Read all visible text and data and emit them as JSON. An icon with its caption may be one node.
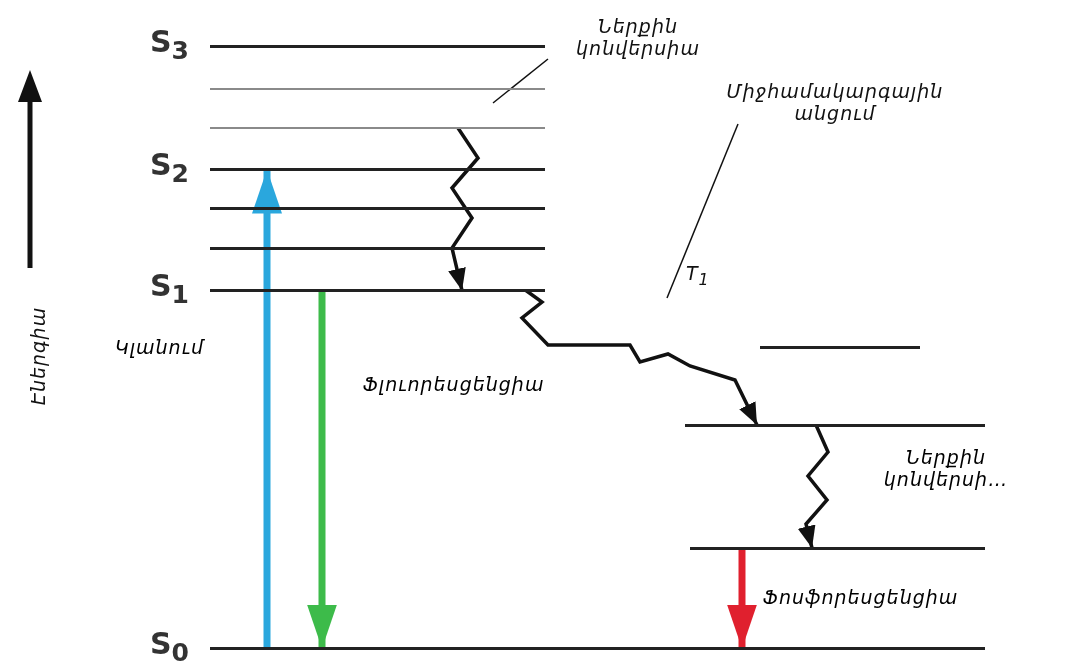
{
  "diagram": {
    "nodes": [
      {
        "text": [
          "S$_{3}$"
        ]
      },
      {
        "text": [],
        "shape": "bar"
      },
      {
        "text": [],
        "shape": "bar"
      },
      {
        "text": [
          "S$_{2}$"
        ]
      },
      {
        "text": [],
        "shape": "bar"
      },
      {
        "text": [],
        "shape": "bar"
      },
      {
        "text": [
          "S$_{1}$"
        ]
      },
      {
        "text": [
          "T$_{1}$"
        ]
      },
      {
        "text": [],
        "shape": "bar"
      },
      {
        "text": [],
        "shape": "bar"
      },
      {
        "text": [
          "S$_{0}$"
        ]
      },
      {
        "text": [
          "Ներքին կոնվերսիա"
        ]
      },
      {
        "text": [
          "Միջհամակարգային անցում"
        ]
      }
    ],
    "edges": [
      {
        "from": 10,
        "to": 3,
        "arrow": "to",
        "label": "Կլանում",
        "style": "thick",
        "color": "#2aa7dd"
      },
      {
        "from": 6,
        "to": 10,
        "arrow": "to",
        "label": "Ֆլուորեսցենցիա",
        "style": "thick",
        "color": "#3dbb4a"
      },
      {
        "from": 2,
        "to": 6,
        "arrow": "to"
      },
      {
        "from": 6,
        "to": 8,
        "arrow": "to"
      },
      {
        "from": 8,
        "to": 9,
        "arrow": "to",
        "label": "Ներքին կոնվերսի…"
      },
      {
        "from": 9,
        "to": 10,
        "arrow": "to",
        "label": "Ֆոսֆորեսցենցիա",
        "style": "thick",
        "color": "#e0202e"
      },
      {
        "from": 11,
        "to": null,
        "arrow": "none"
      },
      {
        "from": 12,
        "to": null,
        "arrow": "none"
      }
    ],
    "labels": [
      "Էներգիա"
    ]
  }
}
